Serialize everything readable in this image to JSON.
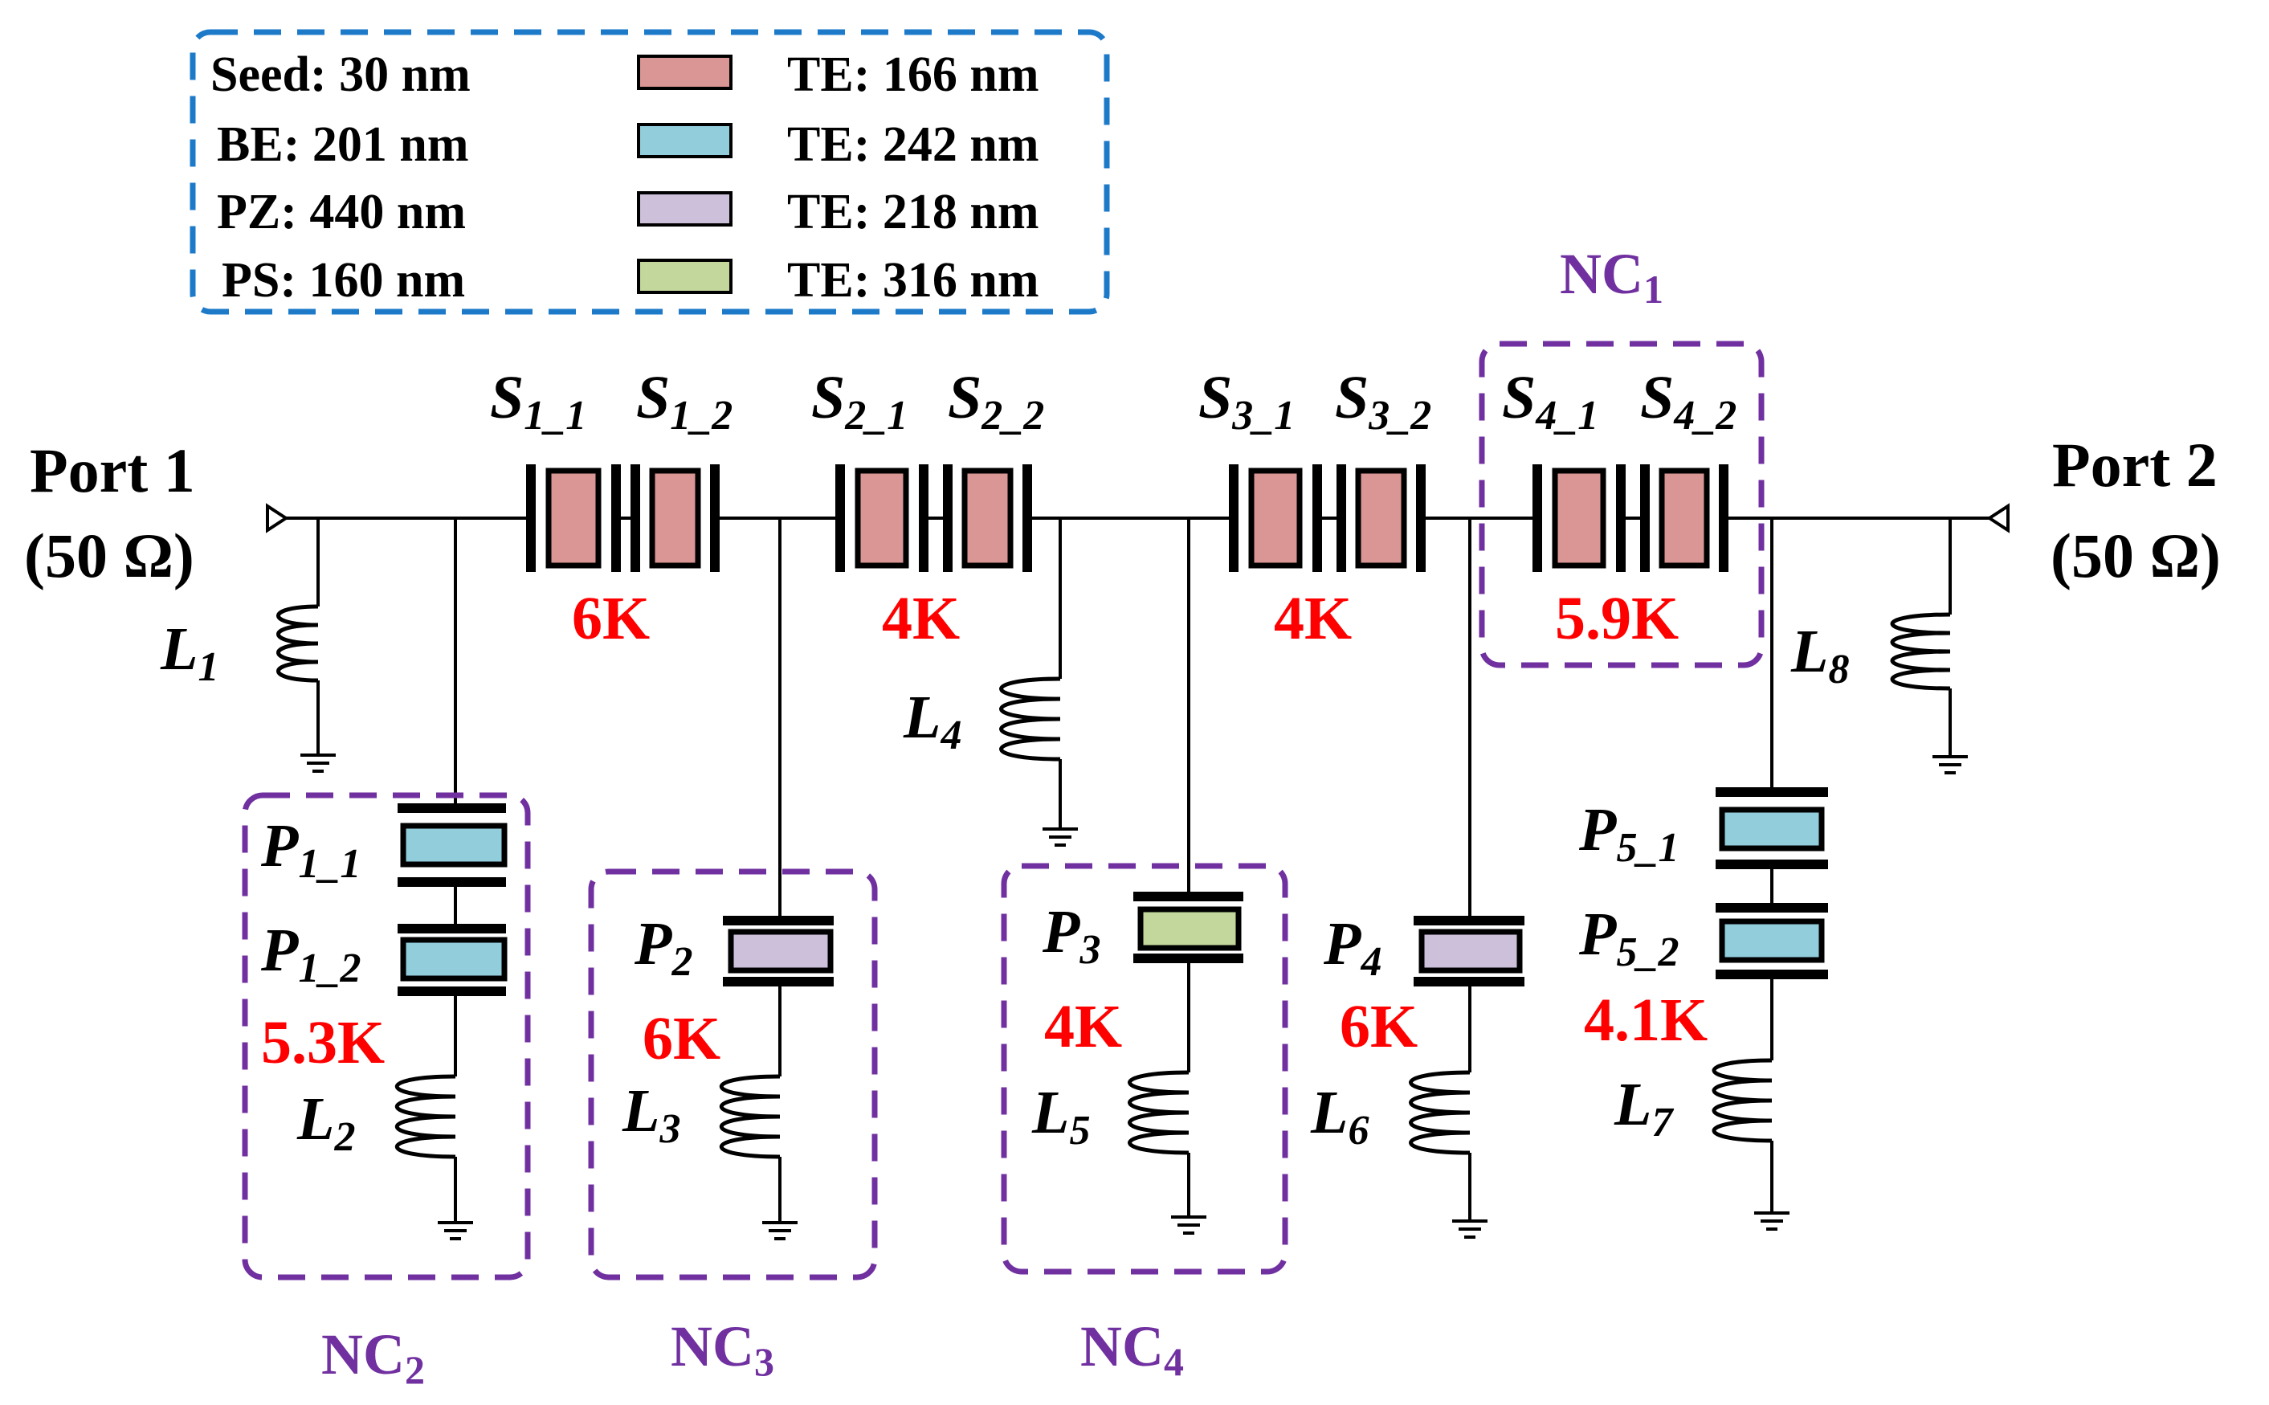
{
  "colors": {
    "red_resonator": "#d99694",
    "blue_resonator": "#92cddc",
    "purple_resonator": "#ccc0da",
    "green_resonator": "#c3d69b",
    "q_label": "#ff0000",
    "group_box": "#7030a0",
    "legend_border": "#1d7ac9"
  },
  "legend": {
    "left": [
      {
        "text": "Seed: 30 nm"
      },
      {
        "text": "BE: 201 nm"
      },
      {
        "text": "PZ: 440 nm"
      },
      {
        "text": "PS: 160 nm"
      }
    ],
    "right": [
      {
        "text": "TE: 166 nm",
        "color": "#d99694"
      },
      {
        "text": "TE: 242 nm",
        "color": "#92cddc"
      },
      {
        "text": "TE: 218 nm",
        "color": "#ccc0da"
      },
      {
        "text": "TE: 316 nm",
        "color": "#c3d69b"
      }
    ]
  },
  "ports": {
    "p1_name": "Port 1",
    "p1_imp": "(50 Ω)",
    "p2_name": "Port 2",
    "p2_imp": "(50 Ω)"
  },
  "series": [
    {
      "main": "S",
      "sub": "1_1"
    },
    {
      "main": "S",
      "sub": "1_2"
    },
    {
      "main": "S",
      "sub": "2_1"
    },
    {
      "main": "S",
      "sub": "2_2"
    },
    {
      "main": "S",
      "sub": "3_1"
    },
    {
      "main": "S",
      "sub": "3_2"
    },
    {
      "main": "S",
      "sub": "4_1"
    },
    {
      "main": "S",
      "sub": "4_2"
    }
  ],
  "shunts": [
    {
      "main": "P",
      "sub": "1_1"
    },
    {
      "main": "P",
      "sub": "1_2"
    },
    {
      "main": "P",
      "sub": "2"
    },
    {
      "main": "P",
      "sub": "3"
    },
    {
      "main": "P",
      "sub": "4"
    },
    {
      "main": "P",
      "sub": "5_1"
    },
    {
      "main": "P",
      "sub": "5_2"
    }
  ],
  "inductors": [
    {
      "main": "L",
      "sub": "1"
    },
    {
      "main": "L",
      "sub": "2"
    },
    {
      "main": "L",
      "sub": "3"
    },
    {
      "main": "L",
      "sub": "4"
    },
    {
      "main": "L",
      "sub": "5"
    },
    {
      "main": "L",
      "sub": "6"
    },
    {
      "main": "L",
      "sub": "7"
    },
    {
      "main": "L",
      "sub": "8"
    }
  ],
  "q_values": {
    "s1": "6K",
    "s2": "4K",
    "s3": "4K",
    "s4": "5.9K",
    "p1": "5.3K",
    "p2": "6K",
    "p3": "4K",
    "p4": "6K",
    "p5": "4.1K"
  },
  "groups": [
    {
      "main": "NC",
      "sub": "1"
    },
    {
      "main": "NC",
      "sub": "2"
    },
    {
      "main": "NC",
      "sub": "3"
    },
    {
      "main": "NC",
      "sub": "4"
    }
  ]
}
